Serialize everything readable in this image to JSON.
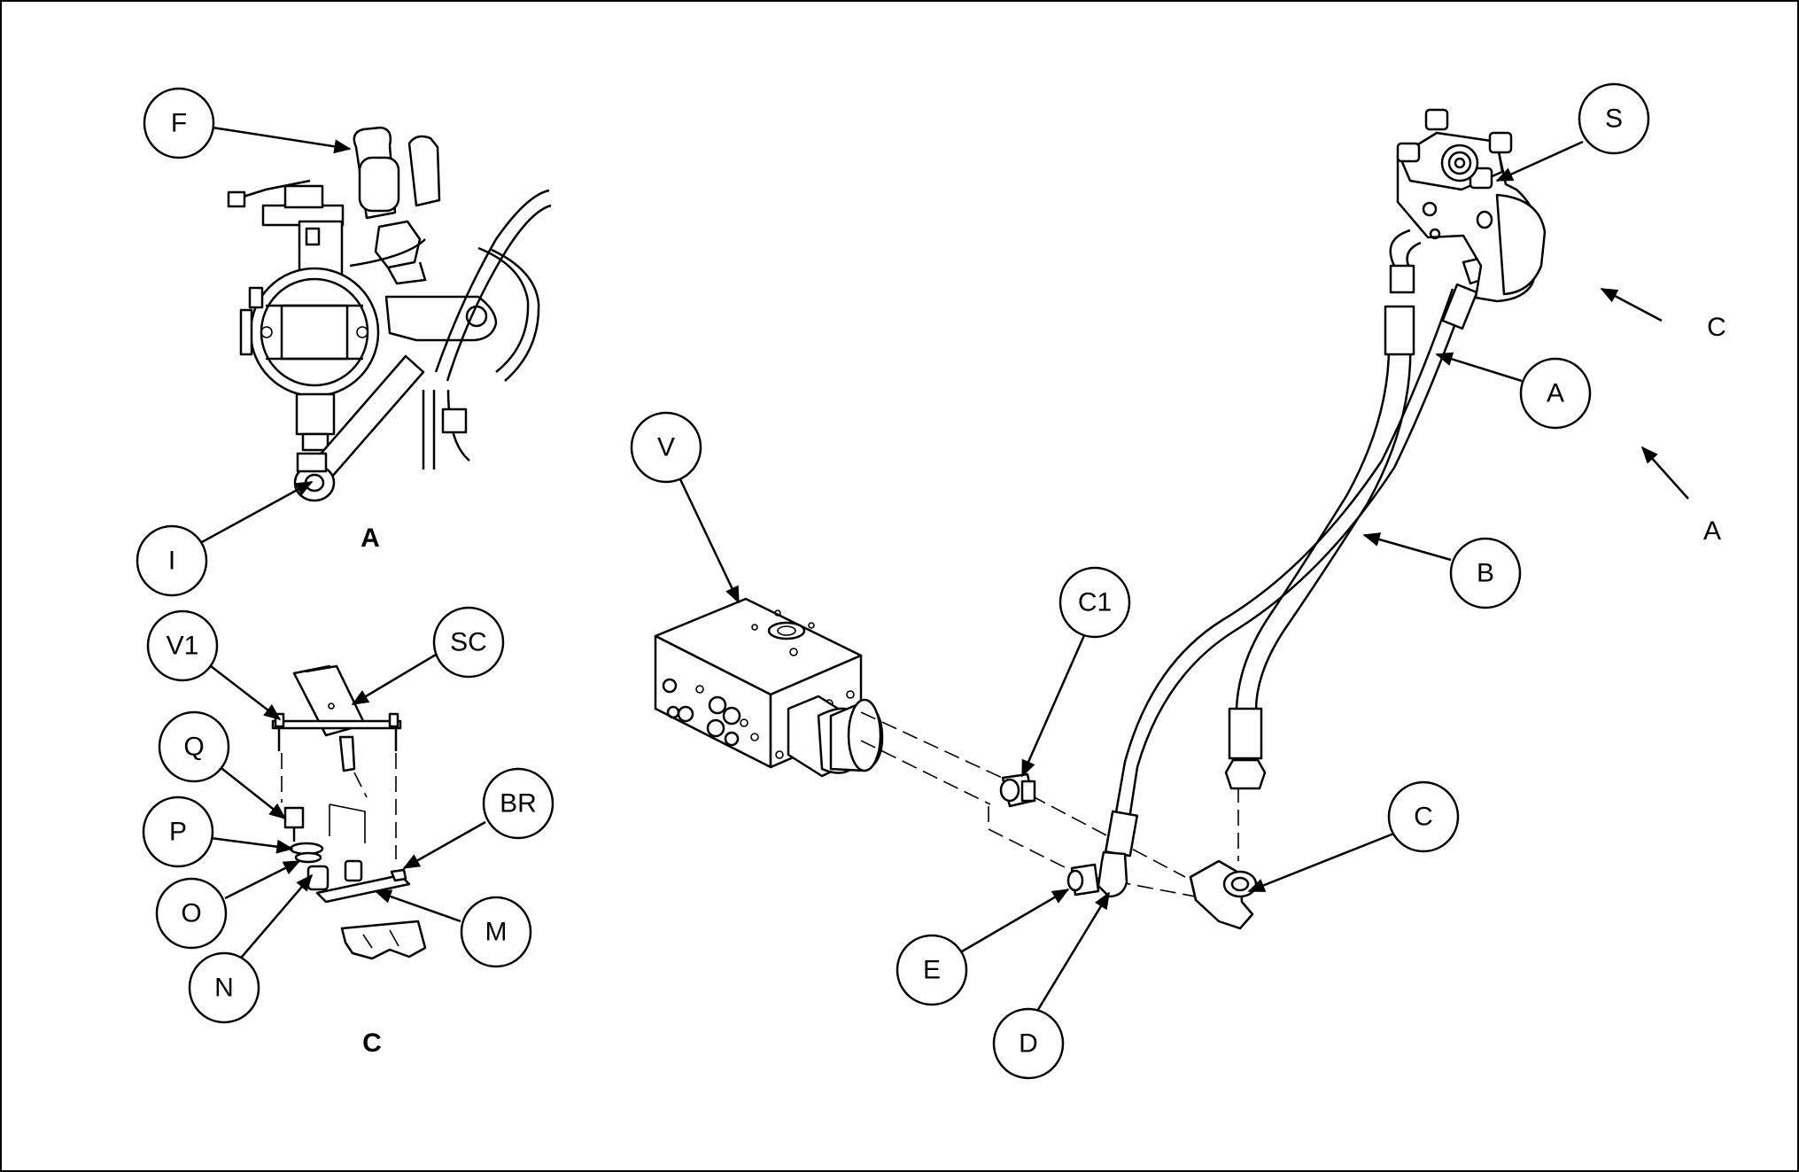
{
  "callouts": {
    "F": "F",
    "I": "I",
    "V1": "V1",
    "SC": "SC",
    "Q": "Q",
    "P": "P",
    "O": "O",
    "N": "N",
    "BR": "BR",
    "M": "M",
    "V": "V",
    "C1": "C1",
    "E": "E",
    "D": "D",
    "C": "C",
    "S": "S",
    "A": "A",
    "B": "B"
  },
  "view_labels": {
    "view_a": "A",
    "view_c": "C"
  },
  "direction_labels": {
    "c": "C",
    "a": "A"
  }
}
